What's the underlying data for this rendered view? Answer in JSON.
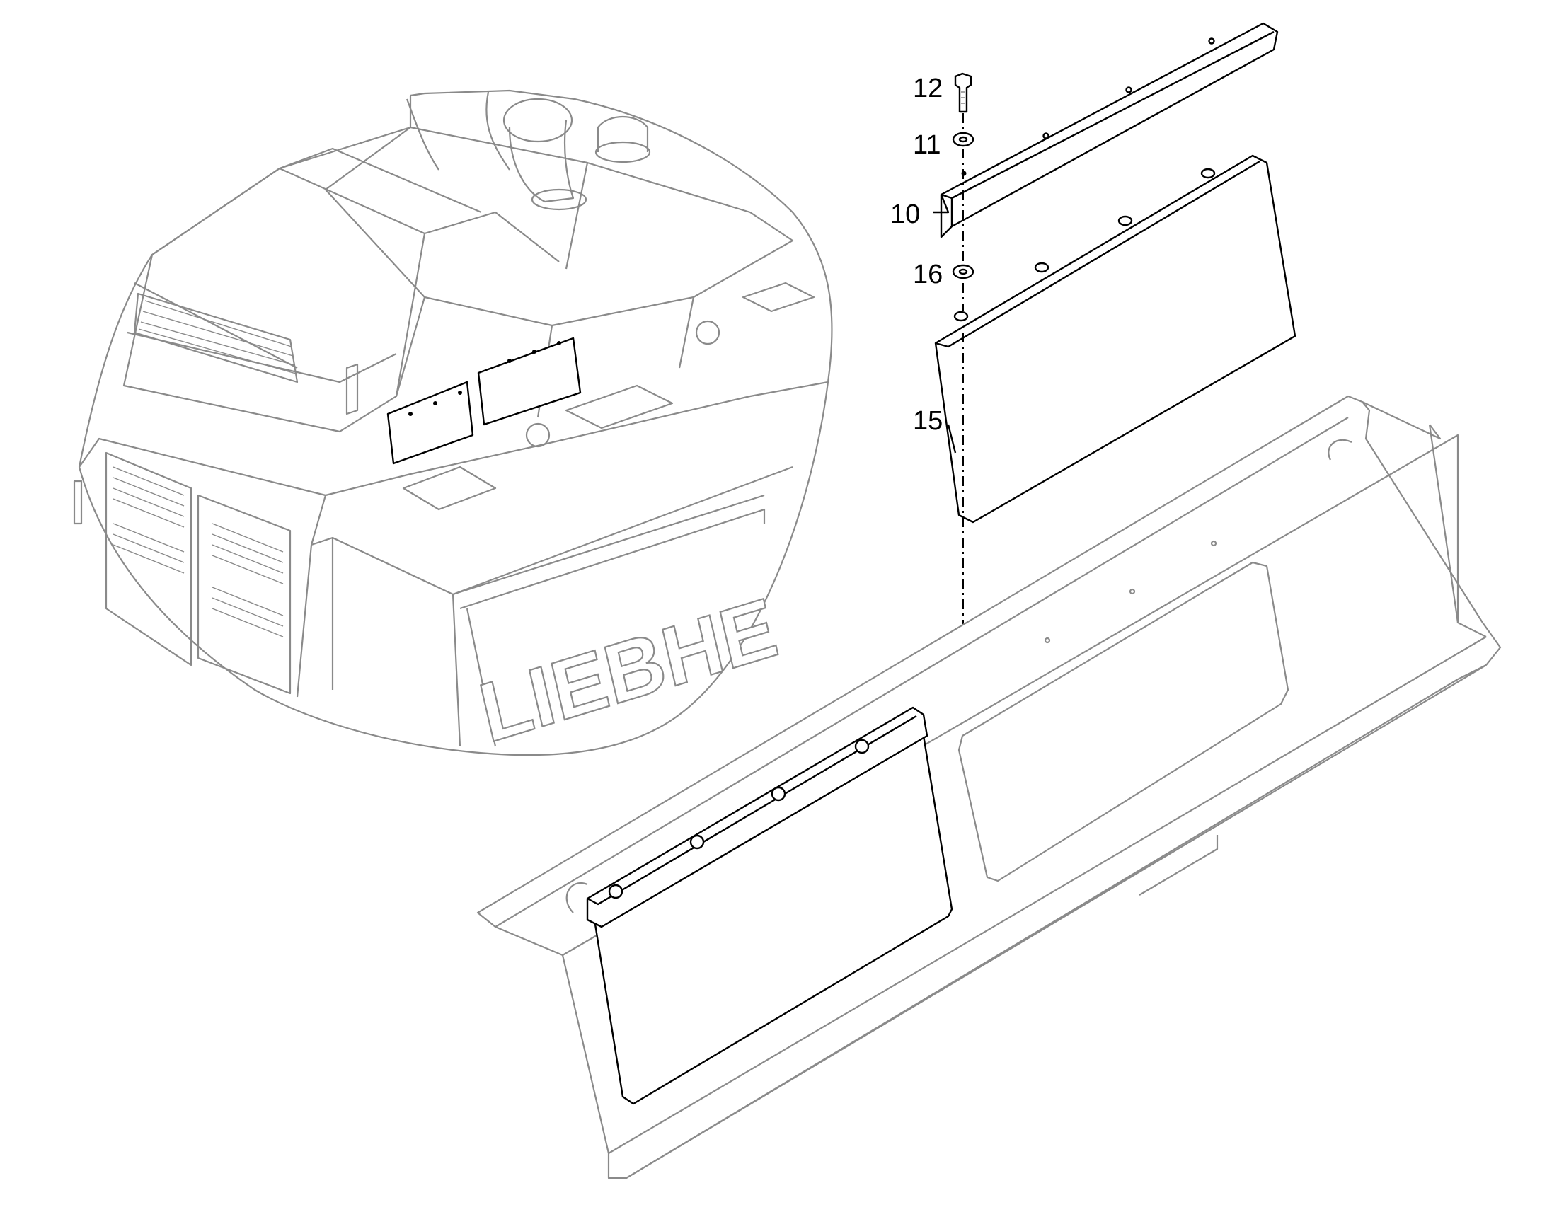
{
  "callouts": [
    {
      "id": "12",
      "text": "12",
      "part": "bolt"
    },
    {
      "id": "11",
      "text": "11",
      "part": "washer"
    },
    {
      "id": "10",
      "text": "10",
      "part": "clamping-strip"
    },
    {
      "id": "16",
      "text": "16",
      "part": "washer"
    },
    {
      "id": "15",
      "text": "15",
      "part": "rubber-flap"
    }
  ],
  "machine_logo": "LIEBHE"
}
